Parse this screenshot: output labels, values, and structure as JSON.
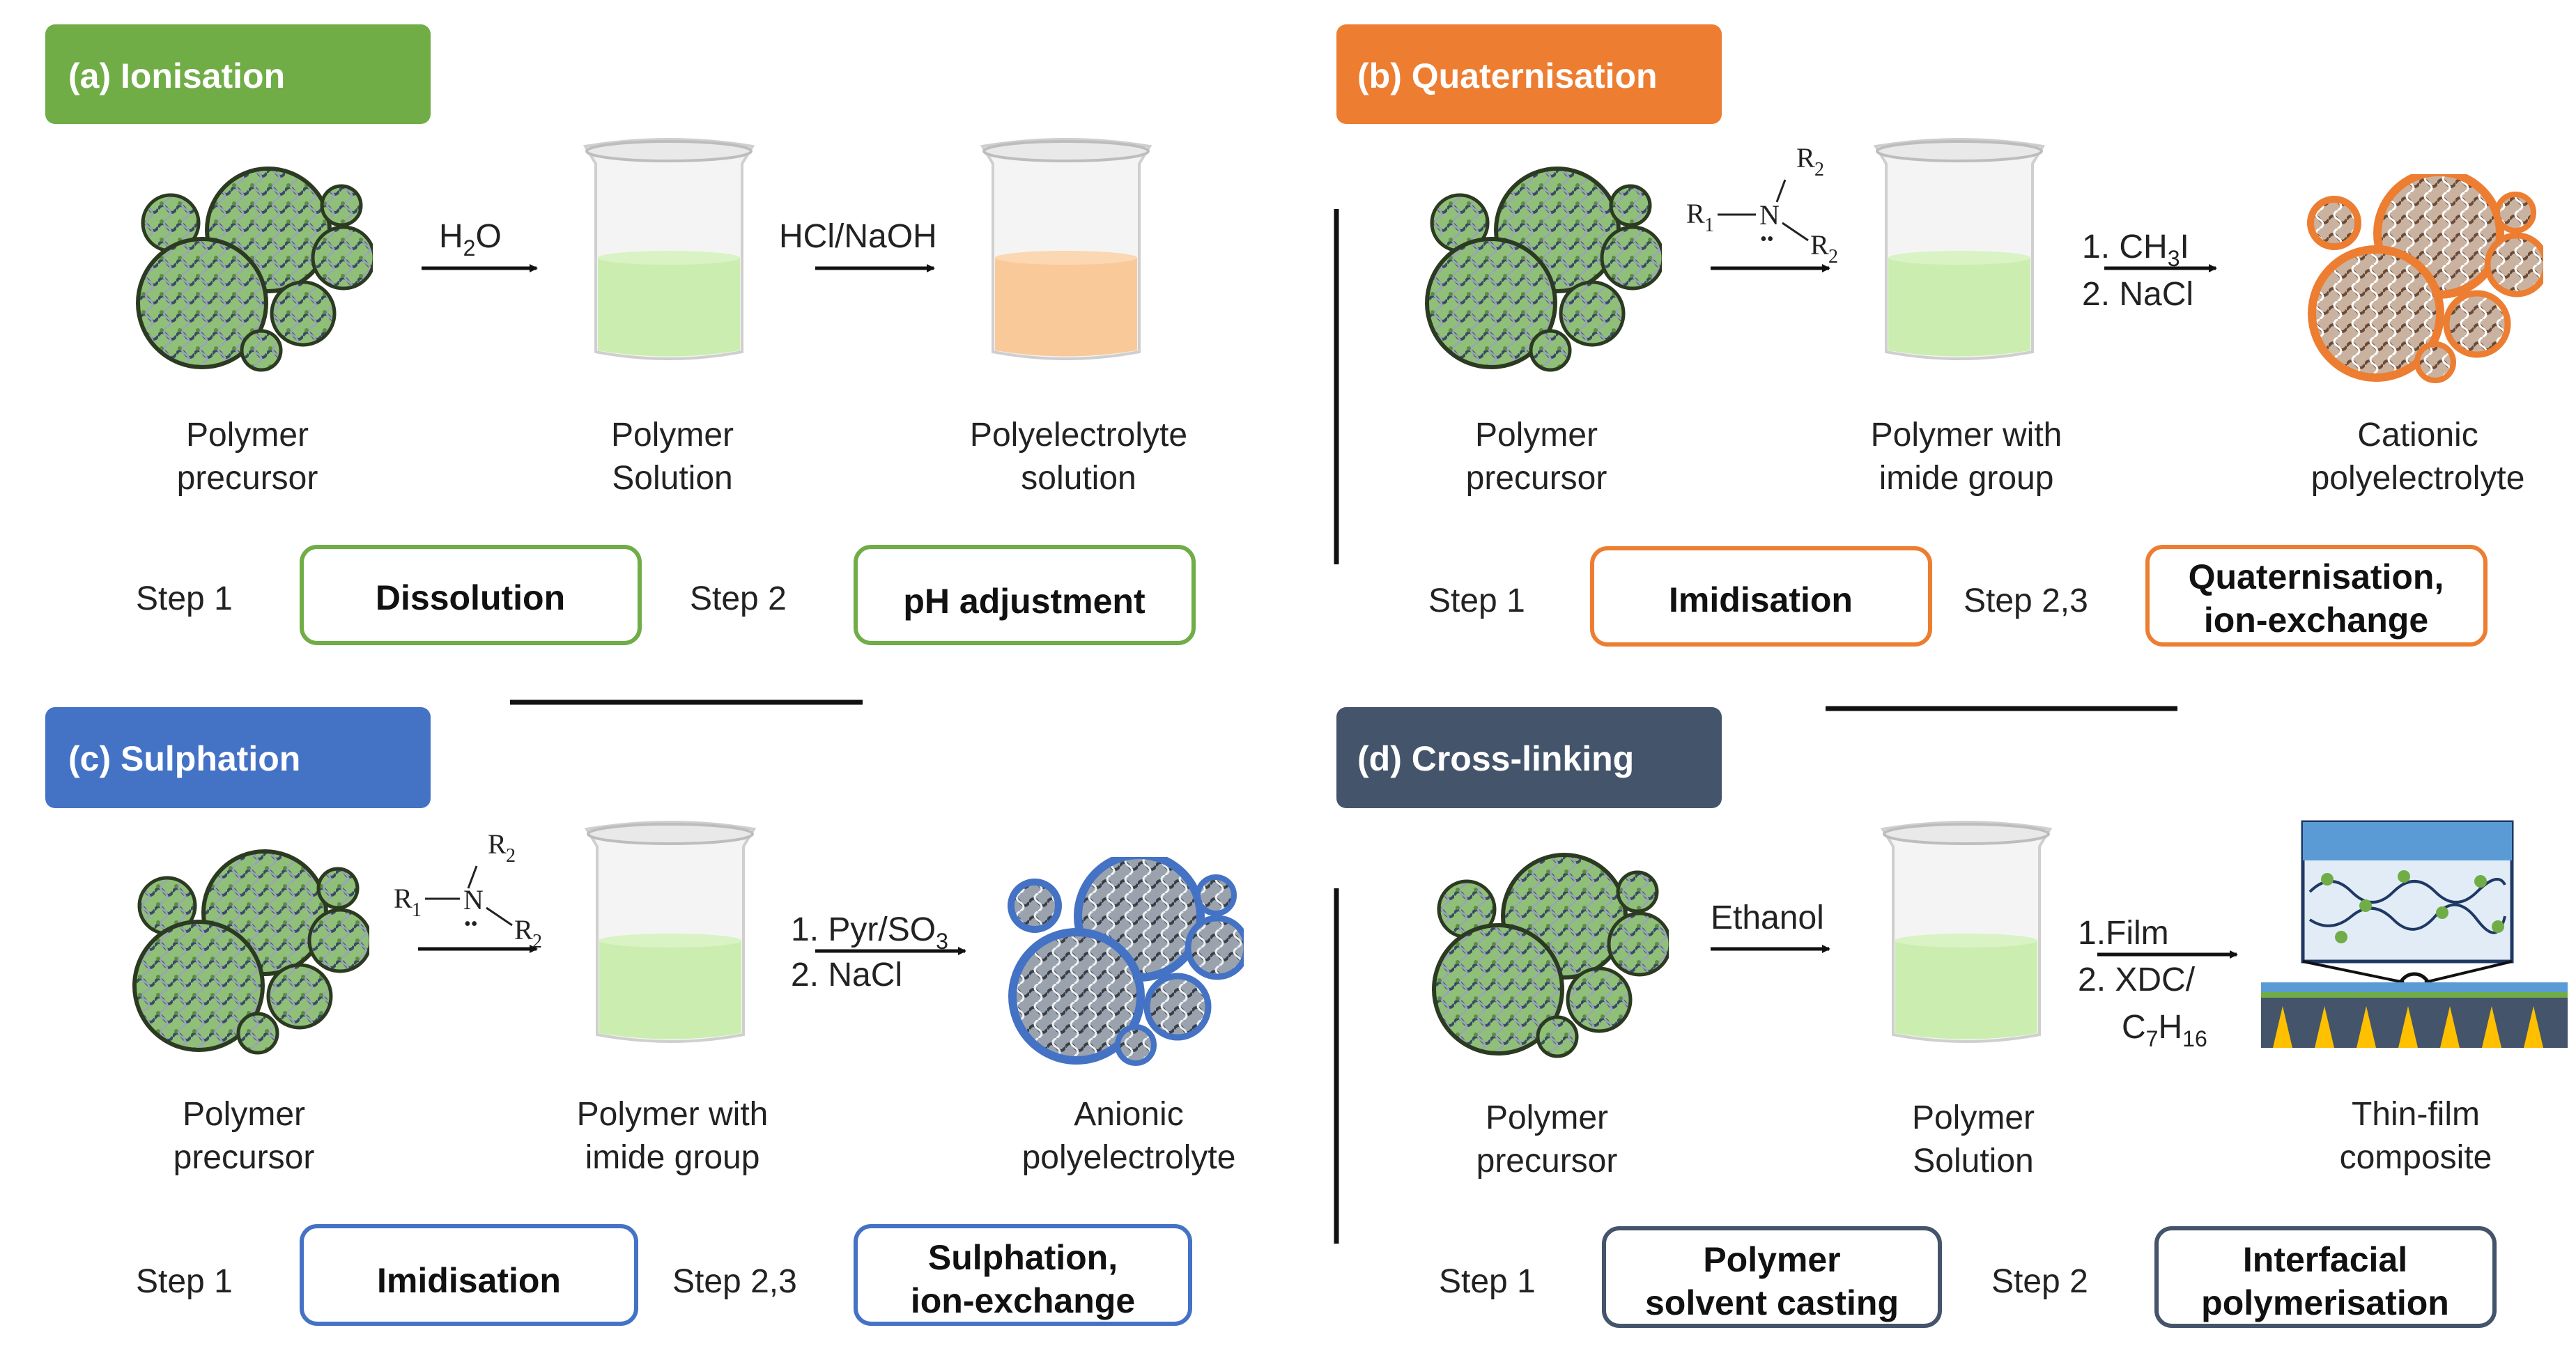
{
  "colors": {
    "green": "#70ad47",
    "orange": "#ed7d31",
    "blue": "#4472c4",
    "slate": "#44546a",
    "solution_green": "#cbeeb0",
    "solution_orange": "#f9c99a"
  },
  "icons": [
    "polymer-cluster-icon",
    "beaker-icon",
    "thin-film-composite-icon",
    "amine-structure-icon"
  ],
  "panels": {
    "a": {
      "title": "(a) Ionisation",
      "arrow1": "H",
      "arrow1_sub": "2",
      "arrow1_tail": "O",
      "arrow2": "HCl/NaOH",
      "label1": [
        "Polymer",
        "precursor"
      ],
      "label2": [
        "Polymer",
        "Solution"
      ],
      "label3": [
        "Polyelectrolyte",
        "solution"
      ],
      "step1": "Step 1",
      "box1": "Dissolution",
      "step2": "Step 2",
      "box2": "pH adjustment"
    },
    "b": {
      "title": "(b) Quaternisation",
      "chem_r": "R",
      "chem_n": "N",
      "chem_dots": "••",
      "chem_sub1": "1",
      "chem_sub2": "2",
      "arrow2_line1": "1. CH",
      "arrow2_line1_sub": "3",
      "arrow2_line1_tail": "I",
      "arrow2_line2": "2. NaCl",
      "label1": [
        "Polymer",
        "precursor"
      ],
      "label2": [
        "Polymer with",
        "imide group"
      ],
      "label3": [
        "Cationic",
        "polyelectrolyte"
      ],
      "step1": "Step 1",
      "box1": "Imidisation",
      "step2": "Step 2,3",
      "box2": [
        "Quaternisation,",
        "ion-exchange"
      ]
    },
    "c": {
      "title": "(c) Sulphation",
      "arrow2_line1": "1. Pyr/SO",
      "arrow2_line1_sub": "3",
      "arrow2_line2": "2. NaCl",
      "label1": [
        "Polymer",
        "precursor"
      ],
      "label2": [
        "Polymer with",
        "imide group"
      ],
      "label3": [
        "Anionic",
        "polyelectrolyte"
      ],
      "step1": "Step 1",
      "box1": "Imidisation",
      "step2": "Step 2,3",
      "box2": [
        "Sulphation,",
        "ion-exchange"
      ]
    },
    "d": {
      "title": "(d) Cross-linking",
      "arrow1": "Ethanol",
      "arrow2_line1": "1.Film",
      "arrow2_line2": "2. XDC/",
      "arrow2_line3": "C",
      "arrow2_line3_sub1": "7",
      "arrow2_line3_mid": "H",
      "arrow2_line3_sub2": "16",
      "label1": [
        "Polymer",
        "precursor"
      ],
      "label2": [
        "Polymer",
        "Solution"
      ],
      "label3": [
        "Thin-film",
        "composite"
      ],
      "step1": "Step 1",
      "box1": [
        "Polymer",
        "solvent casting"
      ],
      "step2": "Step 2",
      "box2": [
        "Interfacial",
        "polymerisation"
      ]
    }
  }
}
